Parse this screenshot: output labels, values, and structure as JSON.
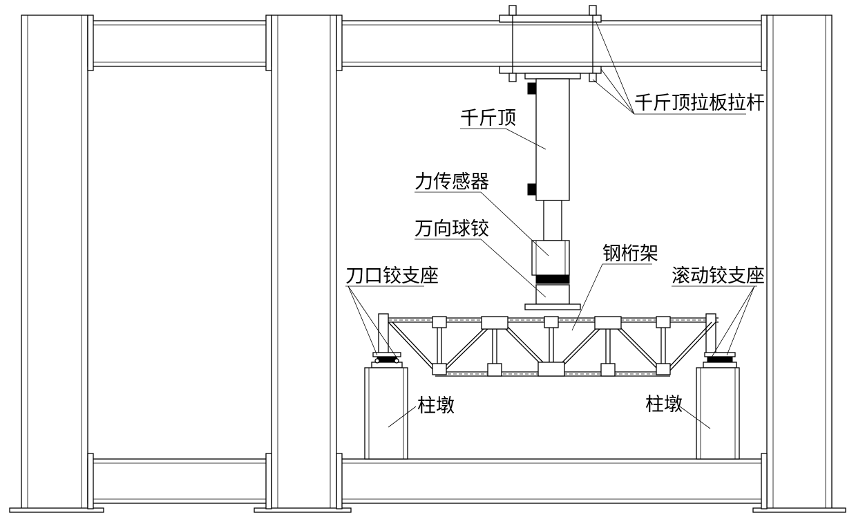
{
  "labels": {
    "jack_tie_rod": "千斤顶拉板拉杆",
    "jack": "千斤顶",
    "force_sensor": "力传感器",
    "universal_ball_hinge": "万向球铰",
    "steel_truss": "钢桁架",
    "knife_edge_support": "刀口铰支座",
    "roller_support": "滚动铰支座",
    "pier_left": "柱墩",
    "pier_right": "柱墩"
  }
}
